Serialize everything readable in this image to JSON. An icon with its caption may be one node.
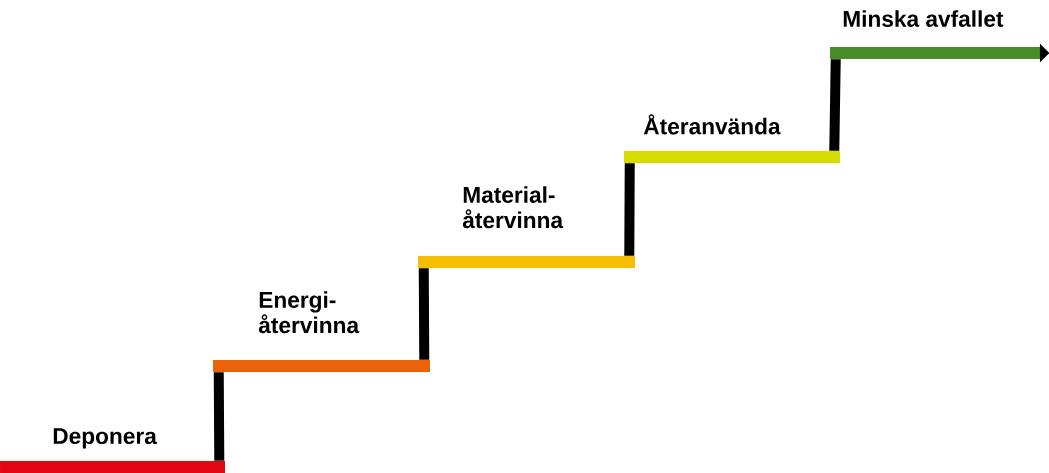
{
  "diagram": {
    "nodes": [
      {
        "text": [
          "Deponera"
        ]
      },
      {
        "text": [
          "Energi- återvinna"
        ]
      },
      {
        "text": [
          "Material- återvinna"
        ]
      },
      {
        "text": [
          "Återanvända"
        ]
      },
      {
        "text": [
          "Minska avfallet"
        ]
      }
    ],
    "edges": [
      {
        "from": 0,
        "to": 1,
        "arrow": "none"
      },
      {
        "from": 1,
        "to": 2,
        "arrow": "none"
      },
      {
        "from": 2,
        "to": 3,
        "arrow": "none"
      },
      {
        "from": 3,
        "to": 4,
        "arrow": "none"
      },
      {
        "from": 4,
        "to": null,
        "arrow": "to"
      }
    ]
  }
}
